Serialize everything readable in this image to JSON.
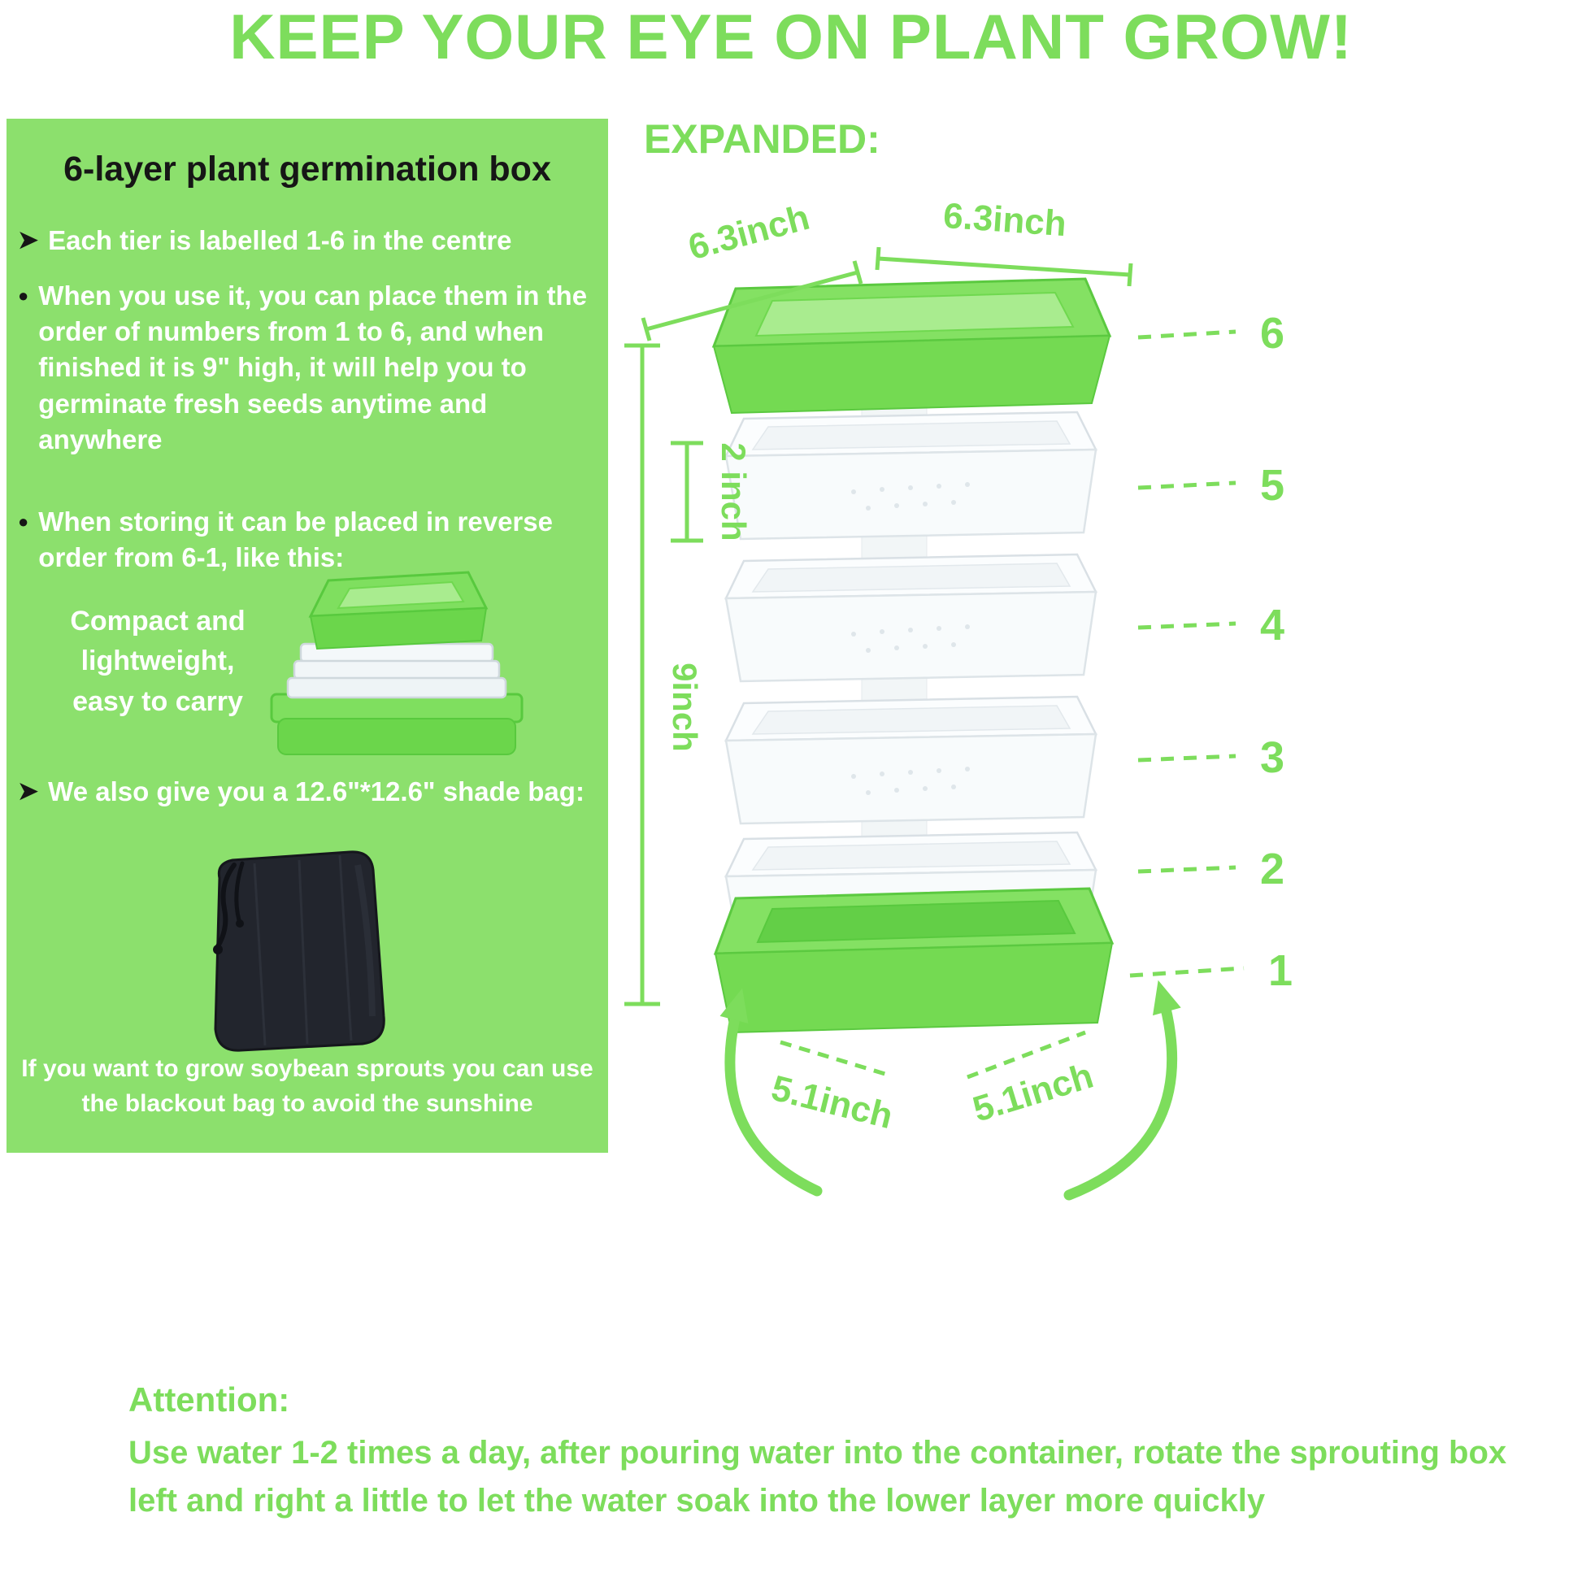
{
  "title": "KEEP YOUR EYE ON PLANT GROW!",
  "panel": {
    "heading": "6-layer plant germination box",
    "bullet1": "Each tier is labelled 1-6 in the centre",
    "bullet2": "When you use it, you can place them in the order of numbers from 1 to 6, and when finished it is 9\" high, it will help you to germinate fresh seeds anytime and anywhere",
    "bullet3": "When storing it can be placed in reverse order from 6-1, like this:",
    "compact_note": "Compact and lightweight, easy to carry",
    "bullet4": "We also give you a 12.6\"*12.6\" shade bag:",
    "bag_note": "If you want to grow soybean sprouts you can use the blackout bag to avoid the sunshine"
  },
  "diagram": {
    "expanded_label": "EXPANDED:",
    "dim_top_left": "6.3inch",
    "dim_top_right": "6.3inch",
    "dim_layer_height": "2 inch",
    "dim_total_height": "9inch",
    "dim_bottom_left": "5.1inch",
    "dim_bottom_right": "5.1inch",
    "tier_numbers": [
      "6",
      "5",
      "4",
      "3",
      "2",
      "1"
    ]
  },
  "attention": {
    "label": "Attention:",
    "text": "Use water 1-2 times a day, after pouring water into the container, rotate the sprouting box left and right a little to let the water soak into the lower layer more quickly"
  },
  "icons": {
    "arrow_bullet": "➤",
    "dot_bullet": "●"
  },
  "colors": {
    "accent_green": "#7ddd5c",
    "panel_green": "#8ce06d",
    "tray_green": "#84e163",
    "bag_black": "#22252d"
  }
}
